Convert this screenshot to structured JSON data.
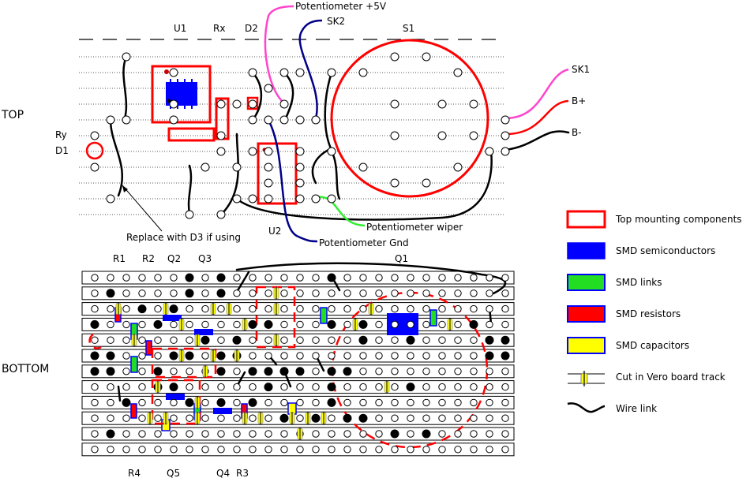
{
  "sections": {
    "top": "TOP",
    "bottom": "BOTTOM"
  },
  "top_labels": {
    "u1": "U1",
    "rx": "Rx",
    "d2": "D2",
    "s1": "S1",
    "sk2": "SK2",
    "pot5v": "Potentiometer +5V",
    "sk1": "SK1",
    "bplus": "B+",
    "bminus": "B-",
    "ry": "Ry",
    "d1": "D1",
    "u2": "U2",
    "replace_note": "Replace with D3 if using",
    "pot_wiper": "Potentiometer wiper",
    "pot_gnd": "Potentiometer Gnd"
  },
  "bottom_labels": {
    "r1": "R1",
    "r2": "R2",
    "q2": "Q2",
    "q3": "Q3",
    "q1": "Q1",
    "r4": "R4",
    "q5": "Q5",
    "q4": "Q4",
    "r3": "R3"
  },
  "legend": [
    {
      "key": "top",
      "label": "Top mounting components",
      "fill": "#ffffff",
      "stroke": "#ff0000"
    },
    {
      "key": "smd-semi",
      "label": "SMD semiconductors",
      "fill": "#0000ff",
      "stroke": "#0000ff"
    },
    {
      "key": "smd-links",
      "label": "SMD links",
      "fill": "#22dd22",
      "stroke": "#0000ff"
    },
    {
      "key": "smd-res",
      "label": "SMD resistors",
      "fill": "#ff0000",
      "stroke": "#0000ff"
    },
    {
      "key": "smd-cap",
      "label": "SMD capacitors",
      "fill": "#ffff00",
      "stroke": "#0000ff"
    },
    {
      "key": "cut",
      "label": "Cut in Vero board track"
    },
    {
      "key": "wire",
      "label": "Wire link"
    }
  ],
  "colors": {
    "red": "#ff0000",
    "blue": "#0000ff",
    "green": "#22dd22",
    "yellow": "#ffff00",
    "pink": "#ff44cc",
    "navy": "#000088",
    "wiper": "#33ee33"
  }
}
